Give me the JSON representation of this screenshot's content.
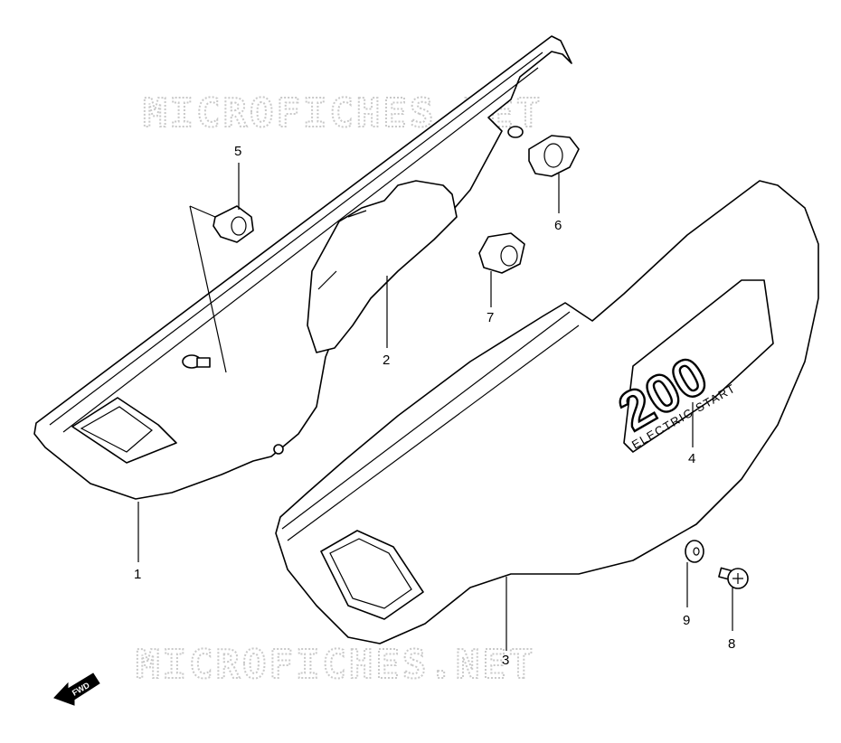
{
  "watermark": "MICROFICHES.NET",
  "callouts": [
    {
      "id": "1",
      "label": "1"
    },
    {
      "id": "2",
      "label": "2"
    },
    {
      "id": "3",
      "label": "3"
    },
    {
      "id": "4",
      "label": "4"
    },
    {
      "id": "5",
      "label": "5"
    },
    {
      "id": "6",
      "label": "6"
    },
    {
      "id": "7",
      "label": "7"
    },
    {
      "id": "8",
      "label": "8"
    },
    {
      "id": "9",
      "label": "9"
    }
  ],
  "emblem": {
    "main": "200",
    "sub": "ELECTRIC START"
  },
  "direction_arrow": {
    "label": "FWD",
    "icon": "forward-arrow-icon"
  }
}
